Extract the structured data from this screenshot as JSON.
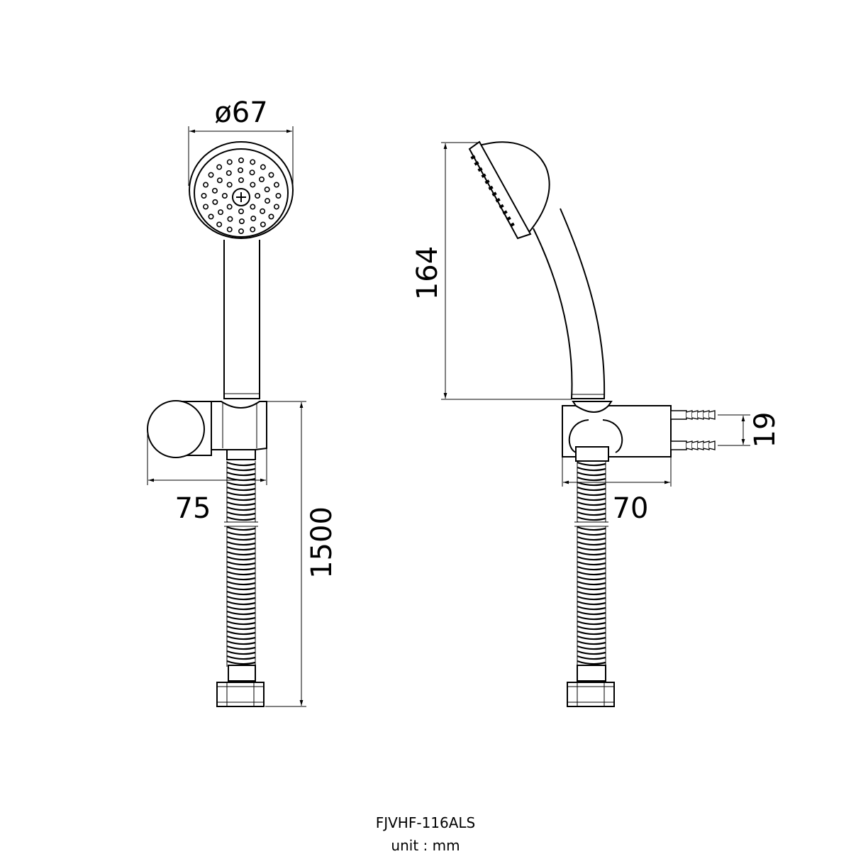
{
  "dimensions": {
    "head_diameter": "ø67",
    "holder_width_front": "75",
    "hose_length": "1500",
    "handset_length": "164",
    "inlet_spacing": "19",
    "holder_width_side": "70"
  },
  "caption": {
    "model": "FJVHF-116ALS",
    "unit": "unit : mm"
  }
}
